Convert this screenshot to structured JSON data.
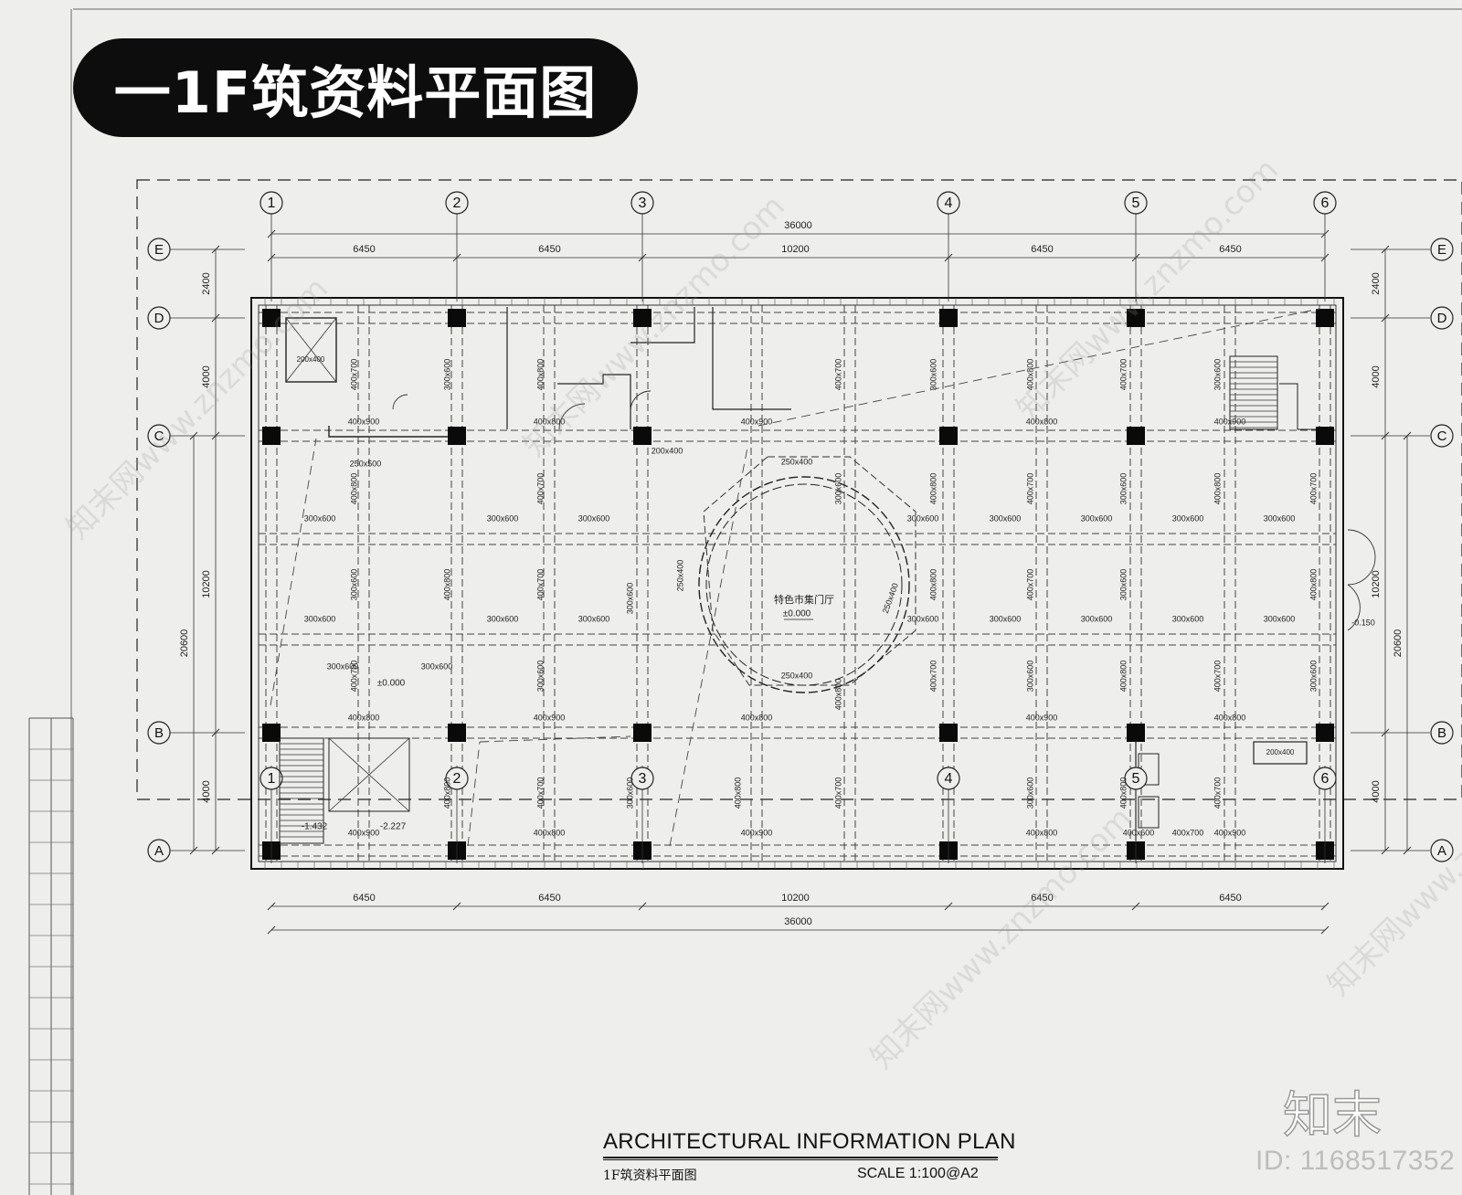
{
  "title_badge": "一1F筑资料平面图",
  "footer": {
    "title": "ARCHITECTURAL INFORMATION PLAN",
    "subtitle": "1F筑资料平面图",
    "scale": "SCALE  1:100@A2"
  },
  "brand": {
    "logo_text": "知末",
    "id_text": "ID: 1168517352"
  },
  "watermark_text": "知末网www.znzmo.com",
  "plan": {
    "grid_columns": [
      "1",
      "2",
      "3",
      "4",
      "5",
      "6"
    ],
    "grid_rows": [
      "E",
      "D",
      "C",
      "B",
      "A"
    ],
    "column_spacing": [
      "6450",
      "6450",
      "10200",
      "6450",
      "6450"
    ],
    "overall_width": "36000",
    "row_spacing_outer": [
      "2400",
      "4000",
      "10200",
      "4000"
    ],
    "overall_depth": "20600",
    "room_label": "特色市集门厅",
    "room_level": "±0.000",
    "levels": [
      "-1.432",
      "-2.227",
      "±0.000",
      "-0.150"
    ],
    "beam_labels": [
      {
        "t": "400x800",
        "v": false
      },
      {
        "t": "400x900",
        "v": false
      },
      {
        "t": "400x700",
        "v": true
      },
      {
        "t": "300x600",
        "v": false
      },
      {
        "t": "300x600",
        "v": true
      },
      {
        "t": "400x800",
        "v": true
      },
      {
        "t": "250x500",
        "v": false
      },
      {
        "t": "250x400",
        "v": false
      },
      {
        "t": "250x400",
        "v": true
      },
      {
        "t": "200x400",
        "v": false
      },
      {
        "t": "400x600",
        "v": false
      },
      {
        "t": "400x700",
        "v": false
      }
    ]
  }
}
